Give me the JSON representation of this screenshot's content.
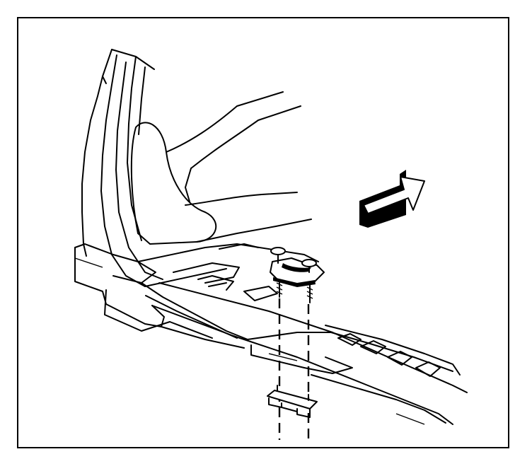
{
  "figure": {
    "border_color": "#000000",
    "background": "#ffffff",
    "components": [
      {
        "name": "pillar-trim-panel"
      },
      {
        "name": "seat-cushion"
      },
      {
        "name": "door-sill-rocker"
      },
      {
        "name": "floor-console-track"
      },
      {
        "name": "bracket-with-screws"
      },
      {
        "name": "lower-clip-bracket"
      },
      {
        "name": "forward-direction-arrow"
      }
    ]
  }
}
